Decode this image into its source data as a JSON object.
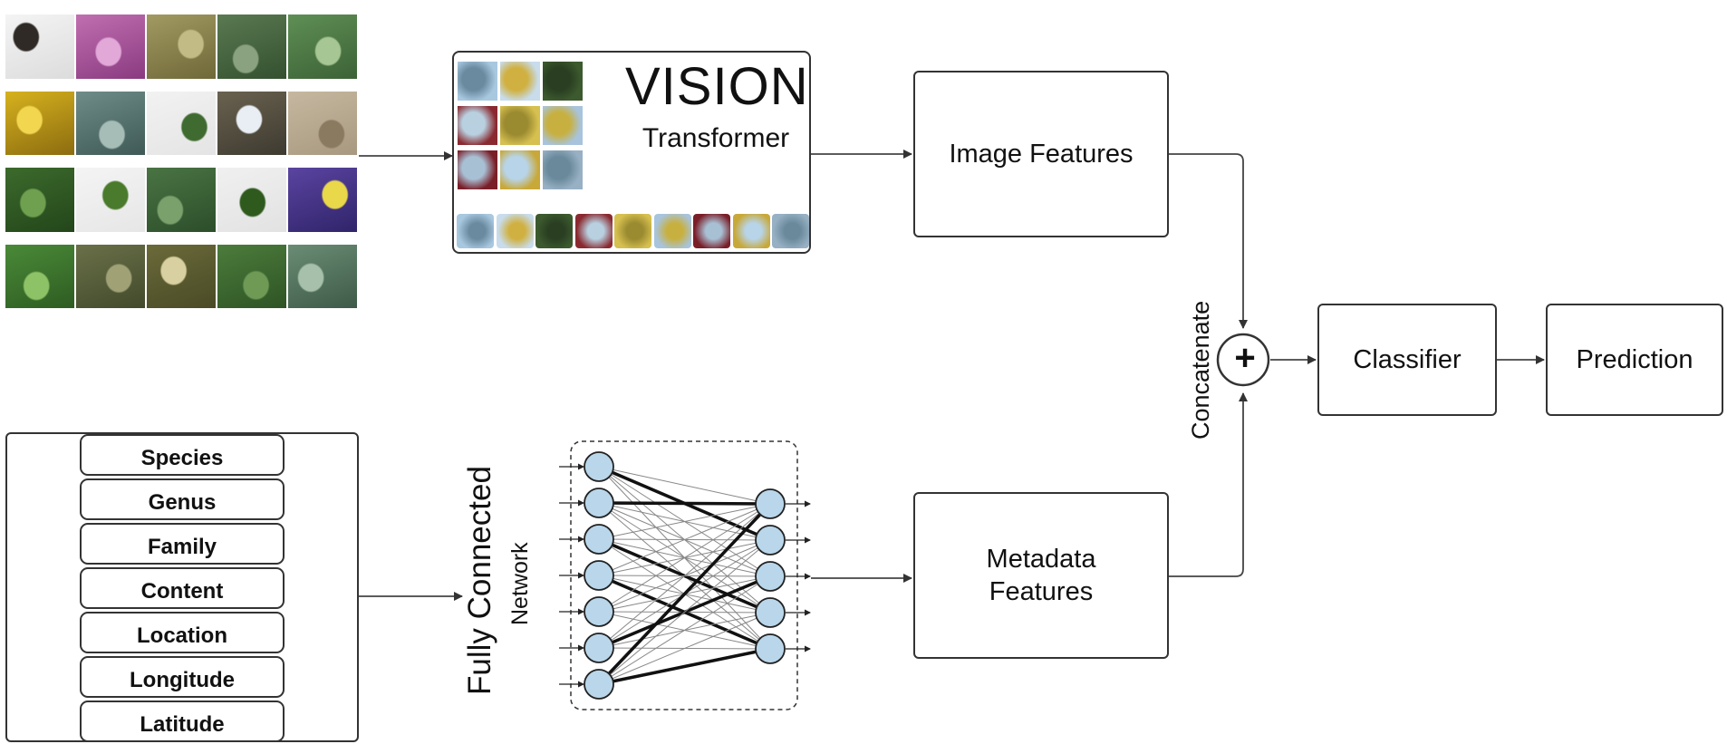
{
  "vision_block": {
    "title": "VISION",
    "subtitle": "Transformer"
  },
  "boxes": {
    "image_features": "Image Features",
    "metadata_features_line1": "Metadata",
    "metadata_features_line2": "Features",
    "classifier": "Classifier",
    "prediction": "Prediction"
  },
  "concat": {
    "label": "Concatenate",
    "symbol": "+"
  },
  "fc_network": {
    "title": "Fully Connected",
    "subtitle": "Network"
  },
  "metadata_fields": [
    "Species",
    "Genus",
    "Family",
    "Content",
    "Location",
    "Longitude",
    "Latitude"
  ],
  "image_tiles": [
    {
      "top": "#f4f4f4",
      "bottom": "#dcdcdc",
      "accent": "#2f2a26"
    },
    {
      "top": "#c070b0",
      "bottom": "#8a3a80",
      "accent": "#e2a8d8"
    },
    {
      "top": "#a29a62",
      "bottom": "#6f6838",
      "accent": "#c3bb86"
    },
    {
      "top": "#5a7a52",
      "bottom": "#34502f",
      "accent": "#8aa27f"
    },
    {
      "top": "#5f8f55",
      "bottom": "#3c6236",
      "accent": "#a6c694"
    },
    {
      "top": "#d6b21e",
      "bottom": "#8c6c10",
      "accent": "#f2d650"
    },
    {
      "top": "#6f8c88",
      "bottom": "#3f5a56",
      "accent": "#a6bcb6"
    },
    {
      "top": "#f2f2f2",
      "bottom": "#e4e4e4",
      "accent": "#3f6b30"
    },
    {
      "top": "#6a6250",
      "bottom": "#3e3a30",
      "accent": "#e8eef4"
    },
    {
      "top": "#c6b8a0",
      "bottom": "#a89880",
      "accent": "#8a7a60"
    },
    {
      "top": "#3c6a2c",
      "bottom": "#23461a",
      "accent": "#6ea050"
    },
    {
      "top": "#f4f4f4",
      "bottom": "#e6e6e6",
      "accent": "#4a7a2c"
    },
    {
      "top": "#4a7444",
      "bottom": "#2c4e2a",
      "accent": "#7aa06c"
    },
    {
      "top": "#f0f0f0",
      "bottom": "#e2e2e2",
      "accent": "#2e5a1e"
    },
    {
      "top": "#5a44a0",
      "bottom": "#30246a",
      "accent": "#e8d84a"
    },
    {
      "top": "#4a8a38",
      "bottom": "#2e5c22",
      "accent": "#8ec266"
    },
    {
      "top": "#6a7048",
      "bottom": "#424a2c",
      "accent": "#a0a276"
    },
    {
      "top": "#6a6a3a",
      "bottom": "#4a4a26",
      "accent": "#d8d0a0"
    },
    {
      "top": "#4c7c3c",
      "bottom": "#2e5424",
      "accent": "#6e9a56"
    },
    {
      "top": "#6a8c74",
      "bottom": "#3e5a48",
      "accent": "#a6c0ac"
    }
  ],
  "vision_patches": [
    {
      "a": "#a8c8e0",
      "b": "#6a8aa0"
    },
    {
      "a": "#c8dcec",
      "b": "#d0b040"
    },
    {
      "a": "#3c5a2e",
      "b": "#2a3e22"
    },
    {
      "a": "#8a2a30",
      "b": "#b8d0e0"
    },
    {
      "a": "#d6c050",
      "b": "#9a8a30"
    },
    {
      "a": "#a8c4dc",
      "b": "#c8b040"
    },
    {
      "a": "#7a1e28",
      "b": "#a8c0d4"
    },
    {
      "a": "#c8a838",
      "b": "#b8d4e8"
    },
    {
      "a": "#98b0c4",
      "b": "#6a8a9c"
    }
  ]
}
